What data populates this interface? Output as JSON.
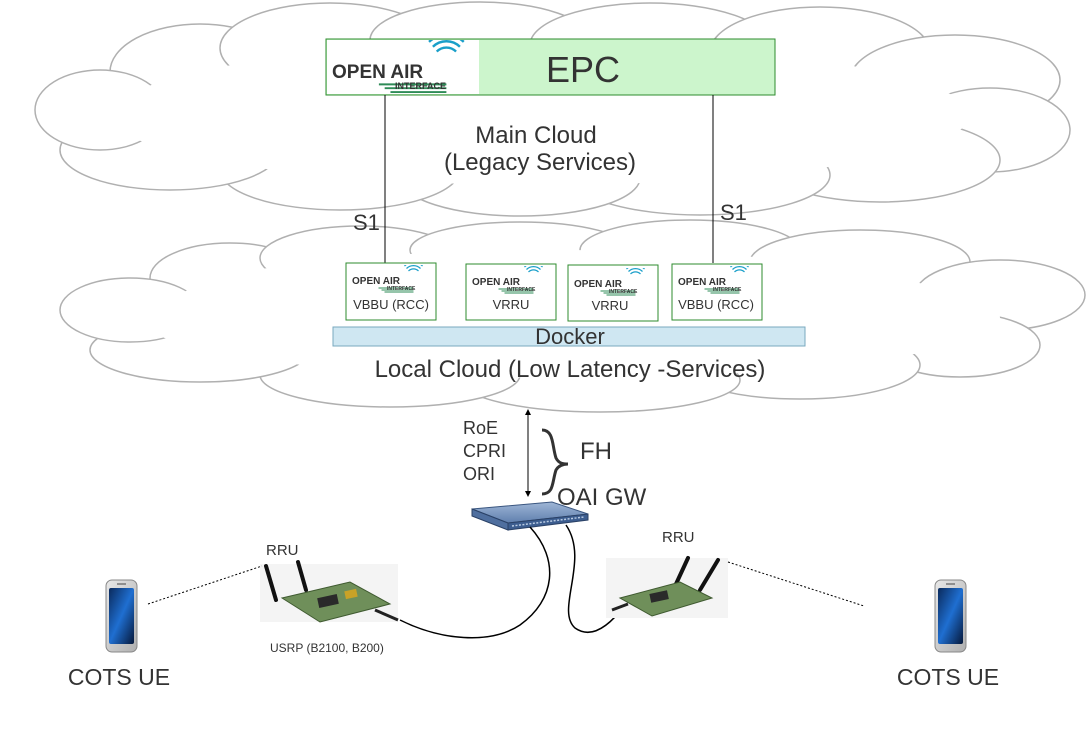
{
  "main_cloud": {
    "line1": "Main Cloud",
    "line2": "(Legacy Services)",
    "epc": {
      "label": "EPC",
      "logo_top": "OPEN AIR",
      "logo_bottom": "INTERFACE"
    }
  },
  "interfaces": {
    "s1_left": "S1",
    "s1_right": "S1"
  },
  "local_cloud": {
    "label": "Local Cloud (Low Latency -Services)",
    "docker": "Docker",
    "modules": [
      {
        "label": "VBBU (RCC)"
      },
      {
        "label": "VRRU"
      },
      {
        "label": "VRRU"
      },
      {
        "label": "VBBU (RCC)"
      }
    ],
    "logo_top": "OPEN AIR",
    "logo_bottom": "INTERFACE"
  },
  "fronthaul": {
    "protocols": [
      "RoE",
      "CPRI",
      "ORI"
    ],
    "fh_label": "FH",
    "gateway": "OAI GW"
  },
  "radio": {
    "rru_left": "RRU",
    "rru_right": "RRU",
    "usrp": "USRP (B2100, B200)"
  },
  "ues": {
    "left": "COTS UE",
    "right": "COTS UE"
  },
  "colors": {
    "epc_fill": "#ccf5cc",
    "module_border": "#2e8b2e",
    "docker_fill": "#cfe7f2",
    "logo_blue": "#1a9fc9",
    "logo_green": "#2e8b57"
  }
}
